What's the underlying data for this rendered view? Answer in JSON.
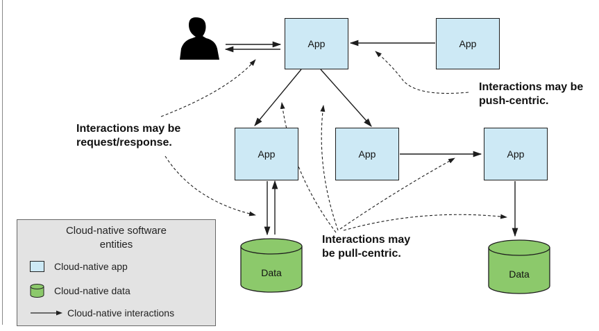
{
  "nodes": {
    "app_top": "App",
    "app_top_right": "App",
    "app_mid_left": "App",
    "app_mid_center": "App",
    "app_mid_right": "App",
    "data_left": "Data",
    "data_right": "Data"
  },
  "annotations": {
    "request_response": [
      "Interactions may be",
      "request/response."
    ],
    "push_centric": [
      "Interactions may be",
      "push-centric."
    ],
    "pull_centric": [
      "Interactions may",
      "be pull-centric."
    ]
  },
  "legend": {
    "title": [
      "Cloud-native software",
      "entities"
    ],
    "app_label": "Cloud-native app",
    "data_label": "Cloud-native data",
    "interaction_label": "Cloud-native interactions"
  },
  "colors": {
    "app_fill": "#cde9f5",
    "data_fill": "#8cc96b",
    "line": "#1d1d1d",
    "legend_bg": "#e3e3e3"
  },
  "icons": {
    "user": "person-silhouette-icon"
  }
}
